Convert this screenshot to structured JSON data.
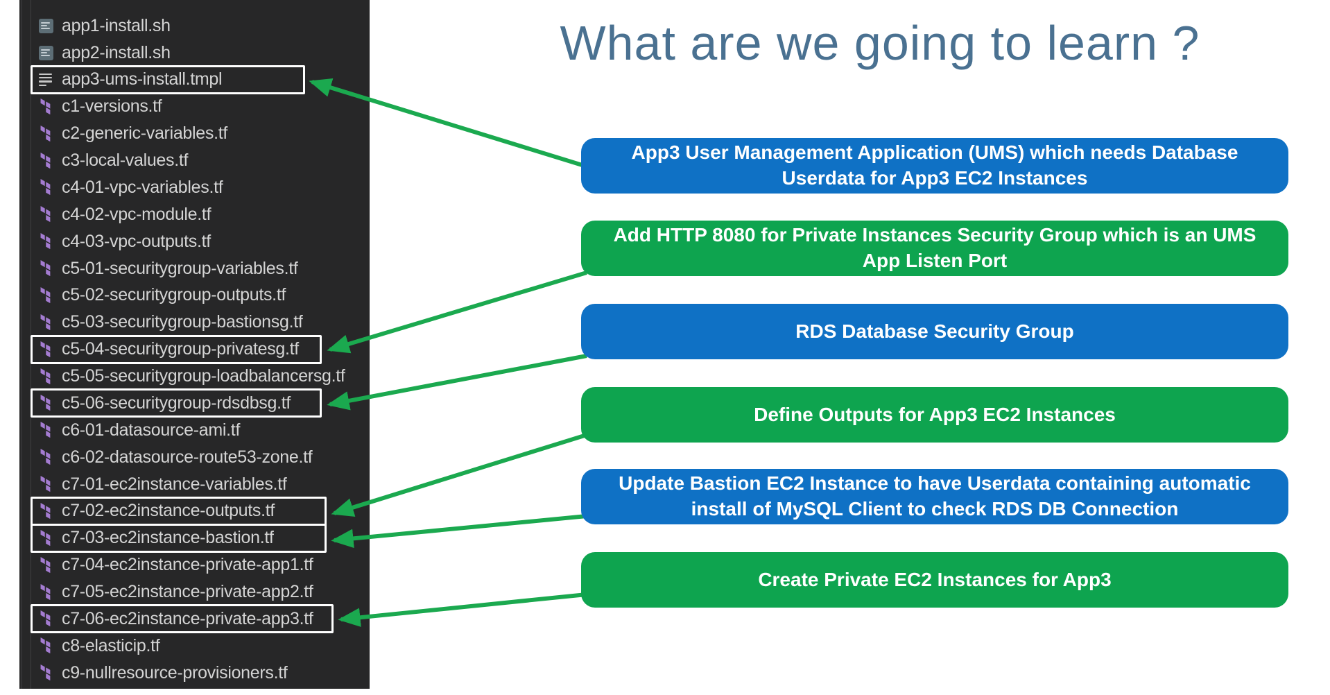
{
  "title": "What are we going to learn ?",
  "file_explorer": {
    "files": [
      {
        "name": "app1-install.sh",
        "icon": "shell-script-icon",
        "boxed": false
      },
      {
        "name": "app2-install.sh",
        "icon": "shell-script-icon",
        "boxed": false
      },
      {
        "name": "app3-ums-install.tmpl",
        "icon": "template-file-icon",
        "boxed": true
      },
      {
        "name": "c1-versions.tf",
        "icon": "terraform-icon",
        "boxed": false
      },
      {
        "name": "c2-generic-variables.tf",
        "icon": "terraform-icon",
        "boxed": false
      },
      {
        "name": "c3-local-values.tf",
        "icon": "terraform-icon",
        "boxed": false
      },
      {
        "name": "c4-01-vpc-variables.tf",
        "icon": "terraform-icon",
        "boxed": false
      },
      {
        "name": "c4-02-vpc-module.tf",
        "icon": "terraform-icon",
        "boxed": false
      },
      {
        "name": "c4-03-vpc-outputs.tf",
        "icon": "terraform-icon",
        "boxed": false
      },
      {
        "name": "c5-01-securitygroup-variables.tf",
        "icon": "terraform-icon",
        "boxed": false
      },
      {
        "name": "c5-02-securitygroup-outputs.tf",
        "icon": "terraform-icon",
        "boxed": false
      },
      {
        "name": "c5-03-securitygroup-bastionsg.tf",
        "icon": "terraform-icon",
        "boxed": false
      },
      {
        "name": "c5-04-securitygroup-privatesg.tf",
        "icon": "terraform-icon",
        "boxed": true
      },
      {
        "name": "c5-05-securitygroup-loadbalancersg.tf",
        "icon": "terraform-icon",
        "boxed": false
      },
      {
        "name": "c5-06-securitygroup-rdsdbsg.tf",
        "icon": "terraform-icon",
        "boxed": true
      },
      {
        "name": "c6-01-datasource-ami.tf",
        "icon": "terraform-icon",
        "boxed": false
      },
      {
        "name": "c6-02-datasource-route53-zone.tf",
        "icon": "terraform-icon",
        "boxed": false
      },
      {
        "name": "c7-01-ec2instance-variables.tf",
        "icon": "terraform-icon",
        "boxed": false
      },
      {
        "name": "c7-02-ec2instance-outputs.tf",
        "icon": "terraform-icon",
        "boxed": true
      },
      {
        "name": "c7-03-ec2instance-bastion.tf",
        "icon": "terraform-icon",
        "boxed": true
      },
      {
        "name": "c7-04-ec2instance-private-app1.tf",
        "icon": "terraform-icon",
        "boxed": false
      },
      {
        "name": "c7-05-ec2instance-private-app2.tf",
        "icon": "terraform-icon",
        "boxed": false
      },
      {
        "name": "c7-06-ec2instance-private-app3.tf",
        "icon": "terraform-icon",
        "boxed": true
      },
      {
        "name": "c8-elasticip.tf",
        "icon": "terraform-icon",
        "boxed": false
      },
      {
        "name": "c9-nullresource-provisioners.tf",
        "icon": "terraform-icon",
        "boxed": false
      }
    ]
  },
  "banners": [
    {
      "color": "blue",
      "text": "App3 User Management Application (UMS) which needs Database Userdata for App3 EC2 Instances",
      "connects_to": "app3-ums-install.tmpl"
    },
    {
      "color": "green",
      "text": "Add HTTP 8080 for Private Instances Security Group which is an UMS App Listen Port",
      "connects_to": "c5-04-securitygroup-privatesg.tf"
    },
    {
      "color": "blue",
      "text": "RDS Database Security Group",
      "connects_to": "c5-06-securitygroup-rdsdbsg.tf"
    },
    {
      "color": "green",
      "text": "Define Outputs for App3 EC2 Instances",
      "connects_to": "c7-02-ec2instance-outputs.tf"
    },
    {
      "color": "blue",
      "text": "Update Bastion EC2 Instance to have Userdata containing automatic install of MySQL Client to check RDS DB Connection",
      "connects_to": "c7-03-ec2instance-bastion.tf"
    },
    {
      "color": "green",
      "text": "Create Private EC2 Instances for App3",
      "connects_to": "c7-06-ec2instance-private-app3.tf"
    }
  ],
  "colors": {
    "panel_background": "#272728",
    "file_text": "#d4d4d4",
    "terraform_icon_purple": "#a47cd1",
    "banner_blue": "#0f71c5",
    "banner_green": "#0ea44f",
    "arrow_green": "#1ba94f",
    "title_steel_blue": "#4a7191",
    "selection_box_white": "#ffffff"
  }
}
